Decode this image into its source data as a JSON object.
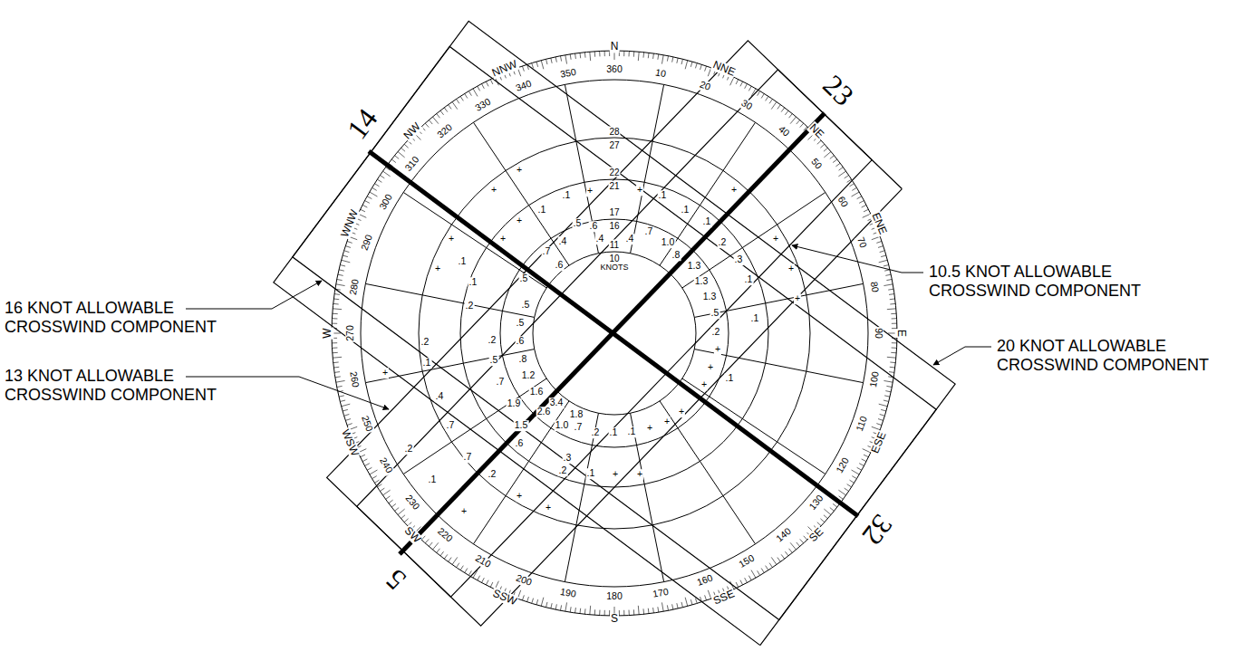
{
  "diagram": {
    "labels": [
      "N",
      "NNE",
      "NE",
      "ENE",
      "E",
      "ESE",
      "SE",
      "SSE",
      "S",
      "SSW",
      "SW",
      "WSW",
      "W",
      "WNW",
      "NW",
      "NNW",
      "10",
      "20",
      "30",
      "40",
      "50",
      "60",
      "70",
      "80",
      "90",
      "100",
      "110",
      "120",
      "130",
      "140",
      "150",
      "160",
      "170",
      "180",
      "190",
      "200",
      "210",
      "220",
      "230",
      "240",
      "250",
      "260",
      "270",
      "280",
      "290",
      "300",
      "310",
      "320",
      "330",
      "340",
      "350",
      "360",
      "28",
      "27",
      "22",
      "21",
      "17",
      "16",
      "11",
      "10",
      "KNOTS",
      "14",
      "23",
      "5",
      "32",
      "16 KNOT ALLOWABLE CROSSWIND COMPONENT",
      "13 KNOT ALLOWABLE CROSSWIND COMPONENT",
      "10.5 KNOT ALLOWABLE CROSSWIND COMPONENT",
      "20 KNOT ALLOWABLE CROSSWIND COMPONENT",
      "+",
      "+",
      ".1",
      "+",
      "+",
      ".1",
      "+",
      ".1",
      ".1",
      "+",
      ".1",
      ".5",
      ".6",
      ".4",
      ".4",
      ".7",
      "1.0",
      ".7",
      ".4",
      ".6",
      ".8",
      ".2",
      ".3",
      "+",
      "+",
      "+",
      ".1",
      "1.3",
      "1.3",
      "1.3",
      ".5",
      ".2",
      ".1",
      "+",
      "+",
      ".1",
      "+",
      "+",
      "+",
      "+",
      ".1",
      ".1",
      ".2",
      ".7",
      "1.0",
      "1.8",
      "3.4",
      "2.6",
      ".3",
      ".2",
      ".1",
      "+",
      "+",
      ".2",
      "+",
      "+",
      "+",
      ".6",
      "1.5",
      "1.9",
      ".7",
      ".5",
      ".2",
      ".1",
      ".2",
      ".5",
      ".5",
      ".5",
      ".6",
      ".8",
      "1.2",
      "1.6",
      "+",
      "+",
      ".1",
      "+",
      ".2",
      ".1",
      "+",
      ".4",
      ".7",
      ".7",
      ".2",
      ".1"
    ]
  }
}
